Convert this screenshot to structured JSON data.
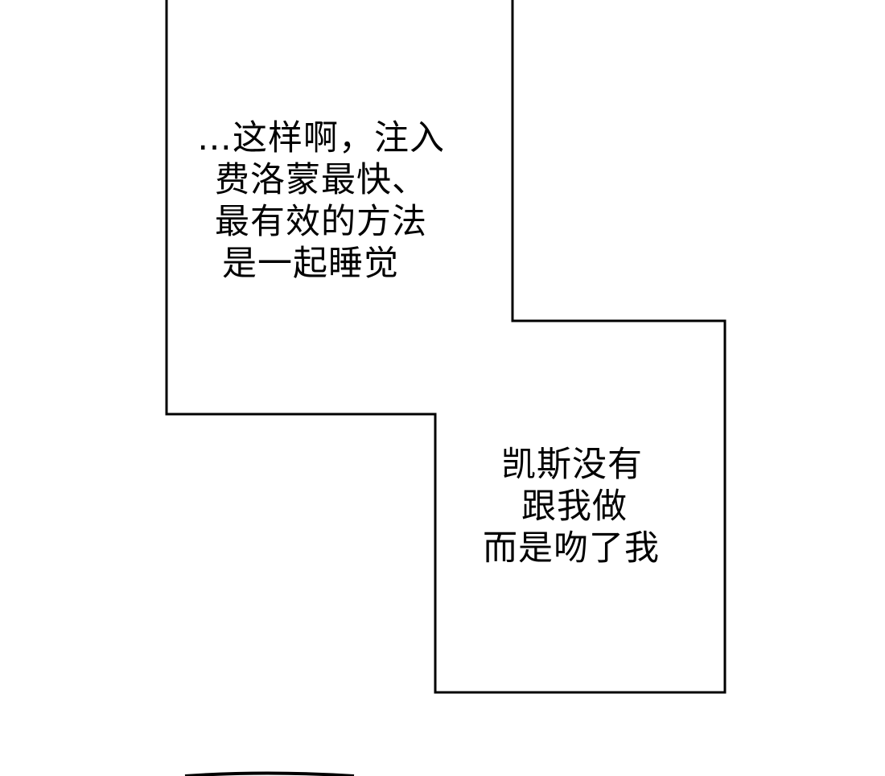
{
  "panel_text_top": {
    "lines": [
      "…这样啊，注入",
      "费洛蒙最快、",
      "最有效的方法",
      "是一起睡觉"
    ]
  },
  "panel_text_bottom": {
    "lines": [
      "凯斯没有",
      "跟我做",
      "而是吻了我"
    ]
  },
  "colors": {
    "ink": "#000000",
    "paper": "#ffffff"
  }
}
